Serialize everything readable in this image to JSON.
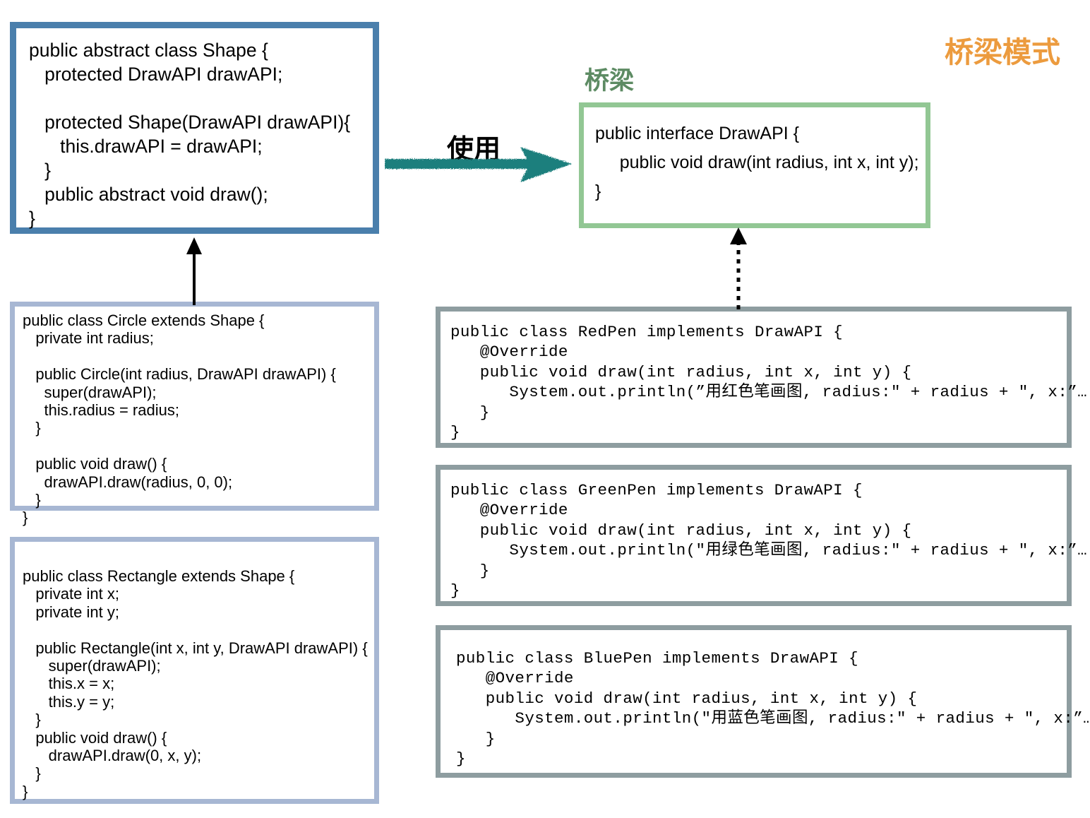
{
  "diagram": {
    "pattern_title": "桥梁模式",
    "bridge_label": "桥梁",
    "uses_label": "使用",
    "colors": {
      "pattern_title": "#EC9B3E",
      "bridge_label": "#5D8B63",
      "abstraction_border": "#4A7FAC",
      "refined_abstraction_border": "#A7B7D3",
      "implementor_border": "#92C794",
      "concrete_implementor_border": "#8E9DA0",
      "uses_arrow": "#1A7F7D",
      "relation_arrow": "#000000",
      "background": "#FFFFFF"
    }
  },
  "boxes": {
    "shape": {
      "name": "Shape",
      "code": "public abstract class Shape {\n   protected DrawAPI drawAPI;\n\n   protected Shape(DrawAPI drawAPI){\n      this.drawAPI = drawAPI;\n   }\n   public abstract void draw();\n}"
    },
    "circle": {
      "name": "Circle",
      "code": "public class Circle extends Shape {\n   private int radius;\n\n   public Circle(int radius, DrawAPI drawAPI) {\n     super(drawAPI);\n     this.radius = radius;\n   }\n\n   public void draw() {\n     drawAPI.draw(radius, 0, 0);\n   }\n}"
    },
    "rectangle": {
      "name": "Rectangle",
      "code": "public class Rectangle extends Shape {\n   private int x;\n   private int y;\n\n   public Rectangle(int x, int y, DrawAPI drawAPI) {\n      super(drawAPI);\n      this.x = x;\n      this.y = y;\n   }\n   public void draw() {\n      drawAPI.draw(0, x, y);\n   }\n}"
    },
    "drawapi": {
      "name": "DrawAPI",
      "code": "public interface DrawAPI {\n     public void draw(int radius, int x, int y);\n}"
    },
    "redpen": {
      "name": "RedPen",
      "code": "public class RedPen implements DrawAPI {\n   @Override\n   public void draw(int radius, int x, int y) {\n      System.out.println(”用红色笔画图, radius:\" + radius + \", x:”…\n   }\n}"
    },
    "greenpen": {
      "name": "GreenPen",
      "code": "public class GreenPen implements DrawAPI {\n   @Override\n   public void draw(int radius, int x, int y) {\n      System.out.println(\"用绿色笔画图, radius:\" + radius + \", x:”…\n   }\n}"
    },
    "bluepen": {
      "name": "BluePen",
      "code": "public class BluePen implements DrawAPI {\n   @Override\n   public void draw(int radius, int x, int y) {\n      System.out.println(\"用蓝色笔画图, radius:\" + radius + \", x:”…\n   }\n}"
    }
  },
  "connectors": {
    "inherit": {
      "from": "Circle",
      "to": "Shape",
      "style": "solid-line-solid-arrow"
    },
    "implements": {
      "from": "RedPen",
      "to": "DrawAPI",
      "style": "dotted-line-solid-arrow"
    },
    "uses": {
      "from": "Shape",
      "to": "DrawAPI",
      "style": "brush-arrow"
    }
  }
}
